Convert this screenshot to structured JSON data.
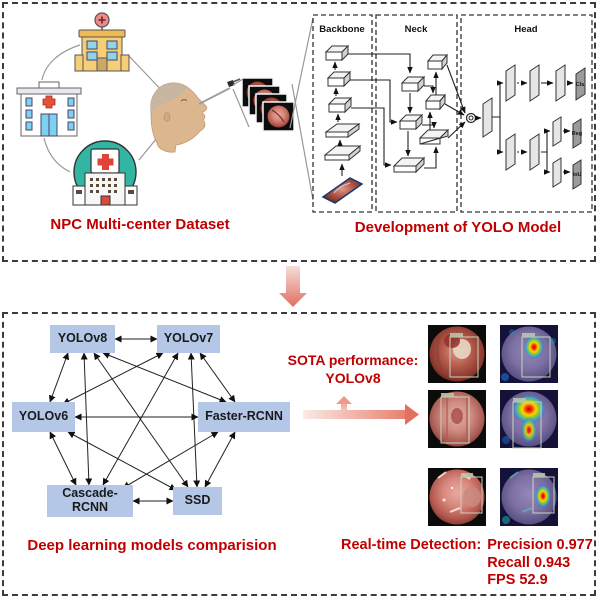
{
  "panels": {
    "top": {
      "dataset_label": "NPC Multi-center Dataset",
      "yolo_label": "Development of YOLO Model",
      "architecture": {
        "sections": [
          "Backbone",
          "Neck",
          "Head"
        ],
        "head_outputs": [
          "Cls",
          "Reg",
          "IoU"
        ]
      },
      "icons": [
        "hospital-yellow-icon",
        "hospital-white-icon",
        "hospital-teal-icon",
        "patient-head-icon",
        "endoscope-icon",
        "endoscopy-image-stack-icon",
        "concat-icon"
      ]
    },
    "bottom": {
      "comparison_label": "Deep learning models comparision",
      "models": [
        "YOLOv8",
        "YOLOv7",
        "YOLOv6",
        "Faster-RCNN",
        "Cascade-RCNN",
        "SSD"
      ],
      "sota": {
        "line1": "SOTA performance:",
        "line2": "YOLOv8"
      },
      "detection": {
        "label": "Real-time Detection:",
        "metrics": [
          "Precision 0.977",
          "Recall 0.943",
          "FPS 52.9"
        ]
      },
      "icons": [
        "down-arrow-icon",
        "right-arrow-icon",
        "up-arrow-icon",
        "endoscopy-detection-image",
        "gradcam-heatmap-image"
      ]
    }
  },
  "colors": {
    "accent_red": "#C00000",
    "model_box_blue": "#B4C7E7",
    "arrow_pink": "#E4796C",
    "dash_border": "#3c3c3c"
  }
}
